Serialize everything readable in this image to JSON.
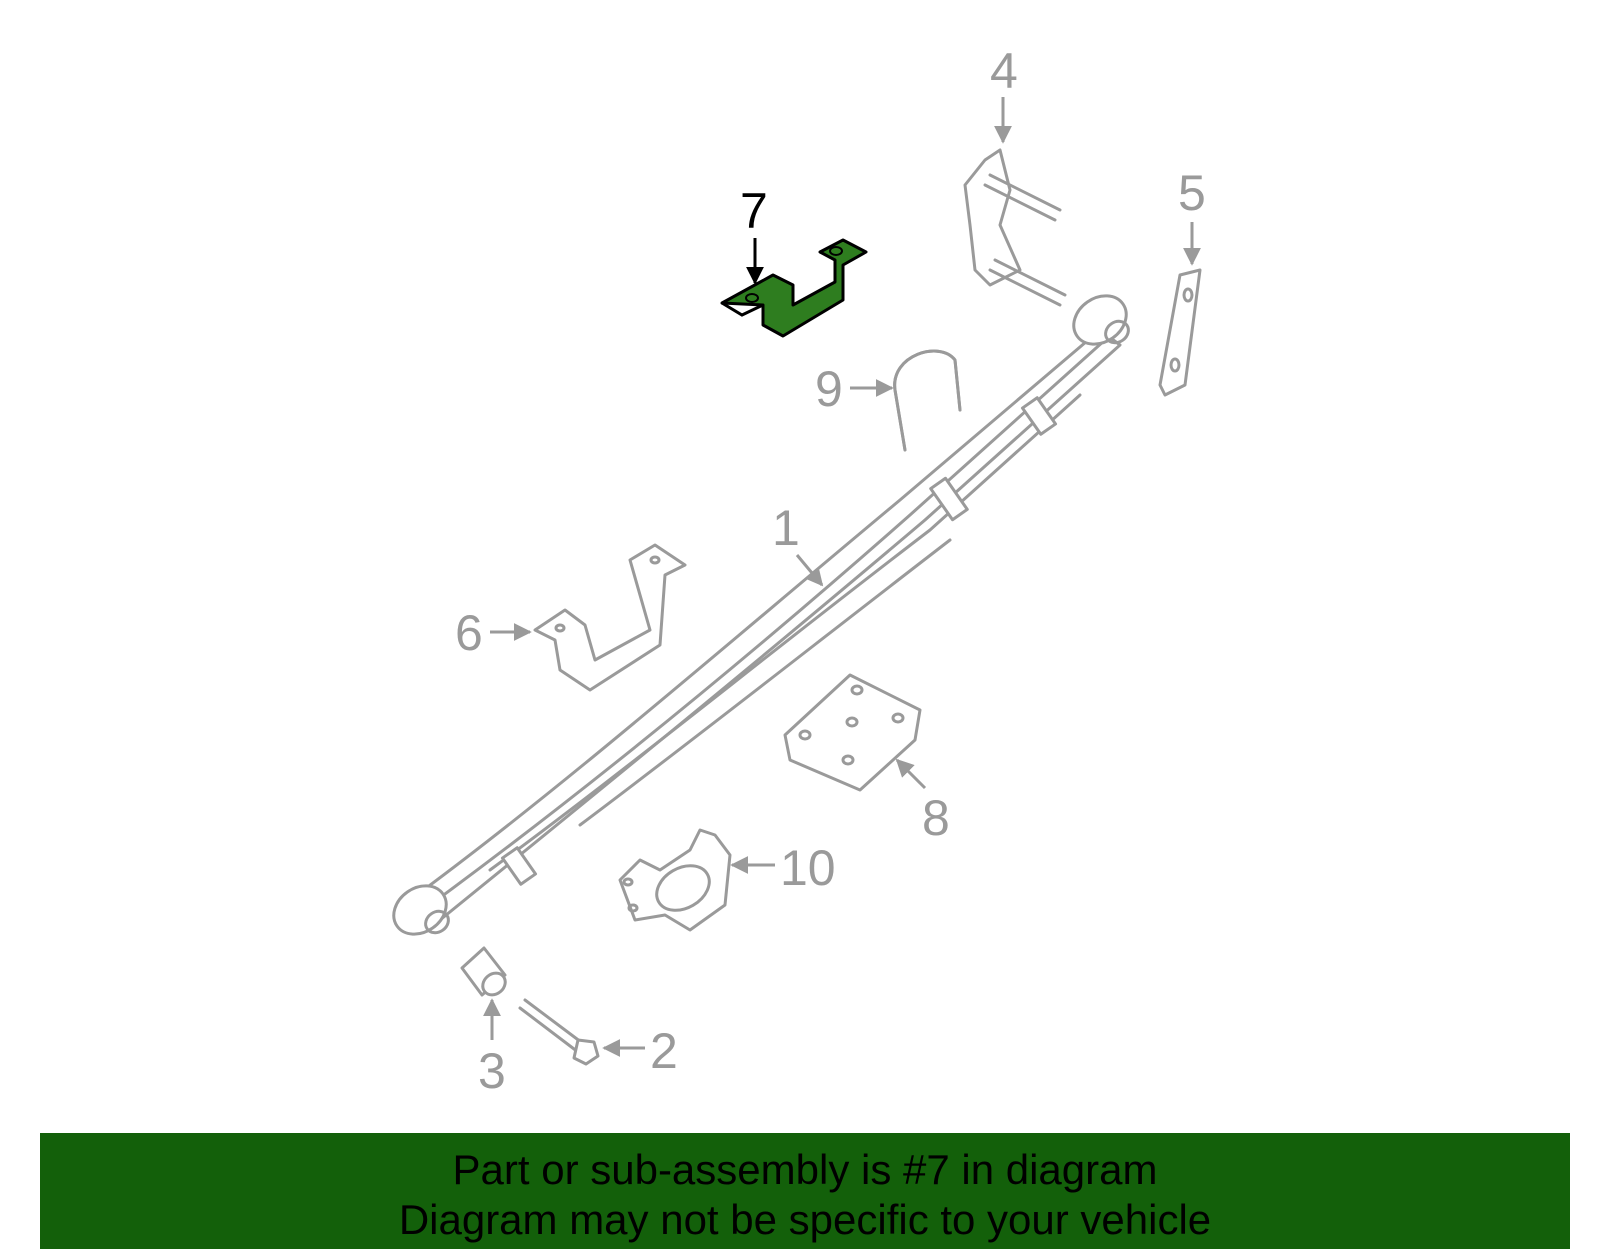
{
  "colors": {
    "highlight_fill": "#2e7d1f",
    "highlight_stroke": "#000000",
    "part_stroke": "#9a9a9a",
    "banner_bg": "#13600a"
  },
  "callouts": {
    "c1": "1",
    "c2": "2",
    "c3": "3",
    "c4": "4",
    "c5": "5",
    "c6": "6",
    "c7": "7",
    "c8": "8",
    "c9": "9",
    "c10": "10"
  },
  "banner": {
    "line1": "Part or sub-assembly is #7 in diagram",
    "line2": "Diagram may not be specific to your vehicle"
  }
}
